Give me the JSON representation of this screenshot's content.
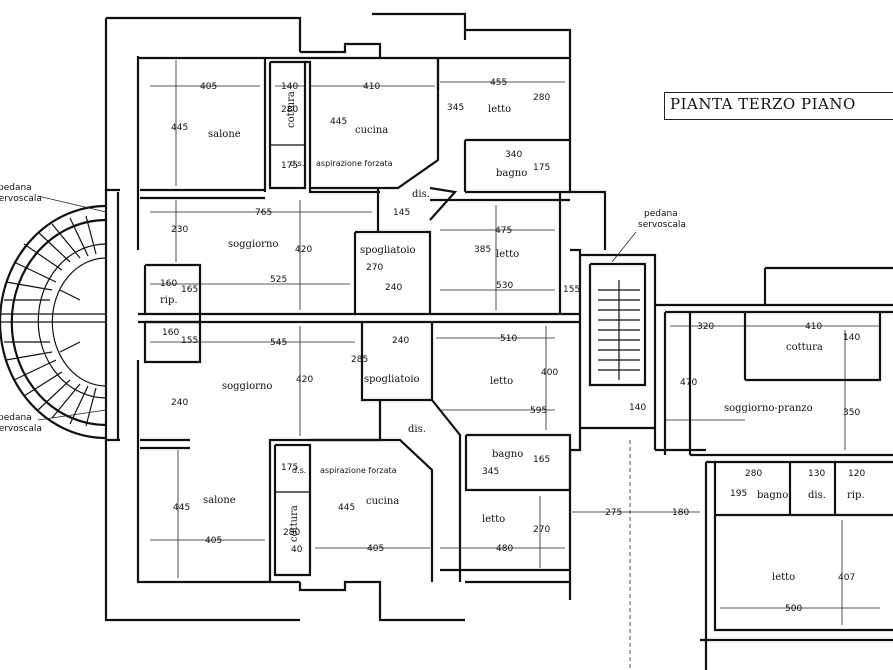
{
  "title": "PIANTA TERZO PIANO",
  "labels": {
    "pedana_left_top": "pedana\nservoscala",
    "pedana_right": "pedana\nservoscala",
    "pedana_left_bottom": "pedana\nservoscala"
  },
  "rooms": {
    "salone_top": "salone",
    "cottura_top": "cottura",
    "cucina_top": "cucina",
    "letto_top_right": "letto",
    "ds_top": "d.s.",
    "aspirazione_top": "aspirazione forzata",
    "bagno_top": "bagno",
    "dis_top": "dis.",
    "soggiorno_top": "soggiorno",
    "spogliatoio_top": "spogliatoio",
    "letto_mid_top": "letto",
    "rip_top": "rip.",
    "soggiorno_bottom": "soggiorno",
    "spogliatoio_bottom": "spogliatoio",
    "letto_mid_bottom": "letto",
    "dis_bottom": "dis.",
    "bagno_bottom": "bagno",
    "ds_bottom": "d.s.",
    "aspirazione_bottom": "aspirazione forzata",
    "salone_bottom": "salone",
    "cucina_bottom": "cucina",
    "cottura_bottom": "cottura",
    "letto_bottom": "letto",
    "cottura_right": "cottura",
    "soggiorno_pranzo": "soggiorno-pranzo",
    "bagno_right": "bagno",
    "dis_right": "dis.",
    "rip_right": "rip.",
    "letto_right": "letto"
  },
  "dimensions": {
    "d405a": "405",
    "d140a": "140",
    "d410a": "410",
    "d455": "455",
    "d280a": "280",
    "d445a": "445",
    "d345a": "345",
    "d280b": "280",
    "d340": "340",
    "d175a": "175",
    "d175b": "175",
    "d145": "145",
    "d765": "765",
    "d230": "230",
    "d420a": "420",
    "d475": "475",
    "d385": "385",
    "d270a": "270",
    "d160": "160",
    "d165": "165",
    "d525": "525",
    "d240a": "240",
    "d530": "530",
    "d155a": "155",
    "d160b": "160",
    "d155b": "155",
    "d545": "545",
    "d240b": "240",
    "d510": "510",
    "d285": "285",
    "d420b": "420",
    "d400": "400",
    "d240c": "240",
    "d595": "595",
    "d140b": "140",
    "d175c": "175",
    "d345b": "345",
    "d165b": "165",
    "d445b": "445",
    "d405b": "405",
    "d445c": "445",
    "d280c": "280",
    "d40": "40",
    "d405c": "405",
    "d270b": "270",
    "d480": "480",
    "d275": "275",
    "d180": "180",
    "d320": "320",
    "d410b": "410",
    "d140c": "140",
    "d470": "470",
    "d350": "350",
    "d280d": "280",
    "d130": "130",
    "d120": "120",
    "d195": "195",
    "d407": "407",
    "d500": "500"
  }
}
